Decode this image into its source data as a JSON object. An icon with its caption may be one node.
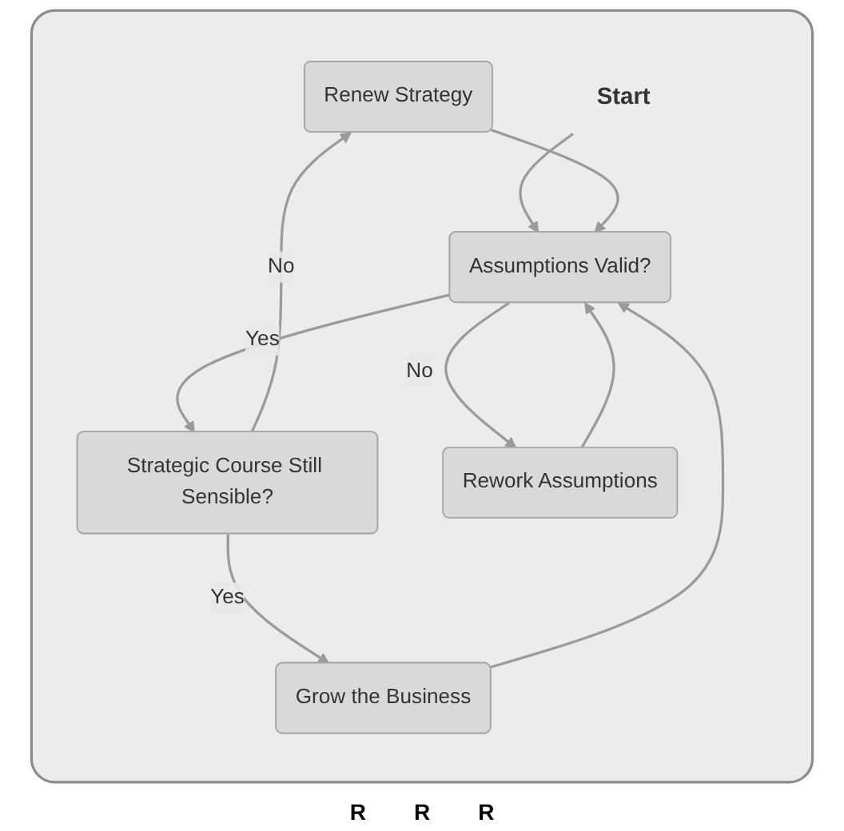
{
  "diagram": {
    "nodes": [
      {
        "text": [],
        "shape": "box"
      },
      {
        "text": [
          "Renew Strategy"
        ],
        "in": 0
      },
      {
        "text": [
          "Start"
        ],
        "in": 0
      },
      {
        "text": [
          "Assumptions Valid?"
        ],
        "in": 0
      },
      {
        "text": [
          "Strategic Course Still Sensible?"
        ],
        "in": 0
      },
      {
        "text": [
          "Rework Assumptions"
        ],
        "in": 0
      },
      {
        "text": [
          "Grow the Business"
        ],
        "in": 0
      }
    ],
    "edges": [
      {
        "from": 2,
        "to": 3,
        "arrow": "to"
      },
      {
        "from": 3,
        "to": 4,
        "arrow": "to",
        "label": "Yes"
      },
      {
        "from": 4,
        "to": 1,
        "arrow": "to",
        "label": "No"
      },
      {
        "from": 1,
        "to": 3,
        "arrow": "to"
      },
      {
        "from": 4,
        "to": 6,
        "arrow": "to",
        "label": "Yes"
      },
      {
        "from": 6,
        "to": 3,
        "arrow": "to"
      },
      {
        "from": 3,
        "to": 5,
        "arrow": "to",
        "label": "No"
      },
      {
        "from": 5,
        "to": 3,
        "arrow": "to"
      }
    ],
    "labels": [
      "R",
      "R",
      "R"
    ]
  }
}
